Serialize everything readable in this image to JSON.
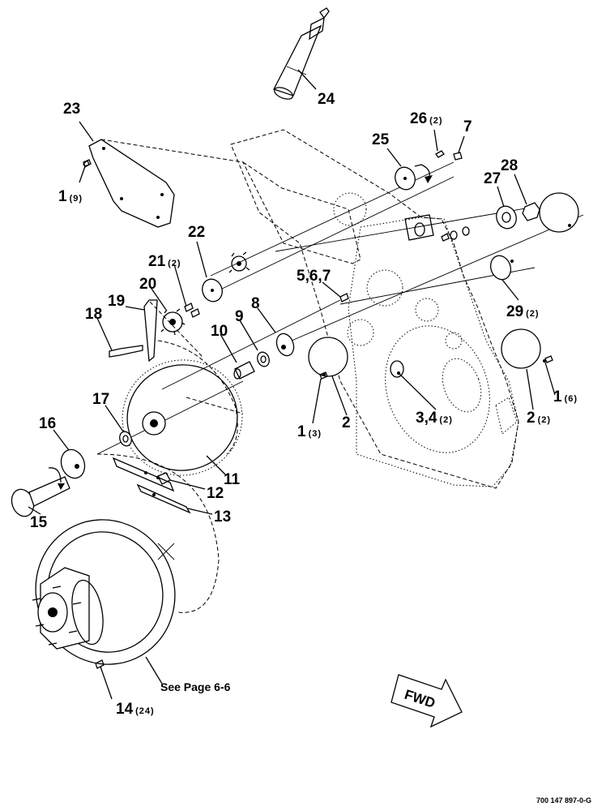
{
  "callouts": [
    {
      "num": "24",
      "qty": ""
    },
    {
      "num": "23",
      "qty": ""
    },
    {
      "num": "1",
      "qty": "(9)"
    },
    {
      "num": "26",
      "qty": "(2)"
    },
    {
      "num": "7",
      "qty": ""
    },
    {
      "num": "25",
      "qty": ""
    },
    {
      "num": "27",
      "qty": ""
    },
    {
      "num": "28",
      "qty": ""
    },
    {
      "num": "22",
      "qty": ""
    },
    {
      "num": "21",
      "qty": "(2)"
    },
    {
      "num": "20",
      "qty": ""
    },
    {
      "num": "19",
      "qty": ""
    },
    {
      "num": "18",
      "qty": ""
    },
    {
      "num": "5,6,7",
      "qty": ""
    },
    {
      "num": "8",
      "qty": ""
    },
    {
      "num": "9",
      "qty": ""
    },
    {
      "num": "10",
      "qty": ""
    },
    {
      "num": "29",
      "qty": "(2)"
    },
    {
      "num": "1",
      "qty": "(6)"
    },
    {
      "num": "2",
      "qty": "(2)"
    },
    {
      "num": "3,4",
      "qty": "(2)"
    },
    {
      "num": "1",
      "qty": "(3)"
    },
    {
      "num": "2",
      "qty": ""
    },
    {
      "num": "17",
      "qty": ""
    },
    {
      "num": "16",
      "qty": ""
    },
    {
      "num": "11",
      "qty": ""
    },
    {
      "num": "12",
      "qty": ""
    },
    {
      "num": "13",
      "qty": ""
    },
    {
      "num": "15",
      "qty": ""
    },
    {
      "num": "14",
      "qty": "(24)"
    }
  ],
  "see_page_note": "See Page 6-6",
  "fwd_label": "FWD",
  "drawing_code": "700 147 897-0-G"
}
